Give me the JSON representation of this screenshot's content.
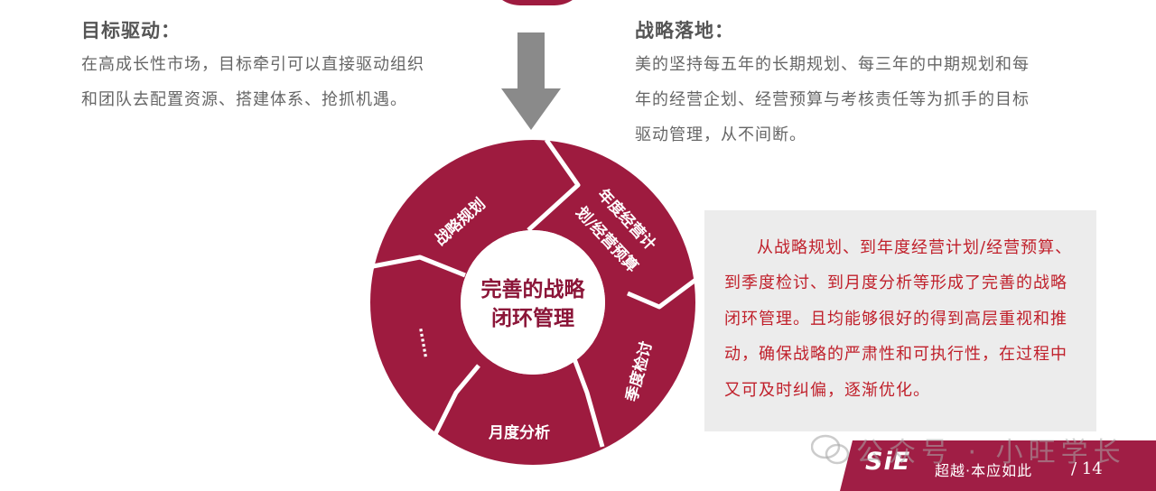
{
  "left_block": {
    "title": "目标驱动：",
    "lines": [
      "在高成长性市场，目标牵引可以直接驱动组织",
      "和团队去配置资源、搭建体系、抢抓机遇。"
    ]
  },
  "right_block": {
    "title": "战略落地：",
    "lines": [
      "美的坚持每五年的长期规划、每三年的中期规划和每",
      "年的经营企划、经营预算与考核责任等为抓手的目标",
      "驱动管理，从不间断。"
    ]
  },
  "cycle": {
    "center_lines": [
      "完善的战略",
      "闭环管理"
    ],
    "segments": {
      "strategy": "战略规划",
      "annual_line1": "年度经营计",
      "annual_line2": "划/经营预算",
      "quarterly": "季度检讨",
      "monthly": "月度分析",
      "ellipsis": "……"
    },
    "colors": {
      "ring": "#9e1b3f",
      "outline": "#ffffff"
    }
  },
  "note": {
    "text": "从战略规划、到年度经营计划/经营预算、到季度检讨、到月度分析等形成了完善的战略闭环管理。且均能够很好的得到高层重视和推动，确保战略的严肃性和可执行性，在过程中又可及时纠偏，逐渐优化。"
  },
  "footer": {
    "logo": "SiE",
    "slogan": "超越·本应如此",
    "page": "/ 14",
    "watermark": "公众号 · 小旺学长"
  },
  "icons": {
    "arrow": "down-arrow-icon",
    "wechat": "wechat-icon"
  }
}
